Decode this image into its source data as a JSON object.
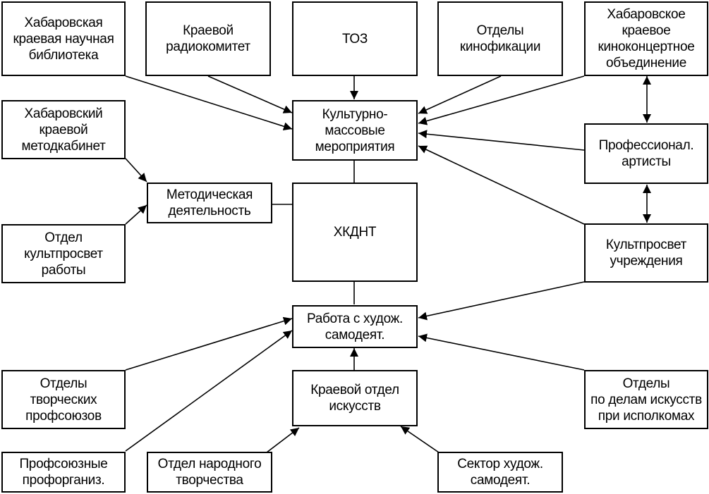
{
  "nodes": {
    "khab_library": "Хабаровская\nкраевая научная\nбиблиотека",
    "radiocommittee": "Краевой\nрадиокомитет",
    "toz": "ТОЗ",
    "cinema_depts": "Отделы\nкинофикации",
    "kinoconcert": "Хабаровское\nкраевое\nкиноконцертное\nобъединение",
    "methodcabinet": "Хабаровский\nкраевой\nметодкабинет",
    "cultural_events": "Культурно-\nмассовые\nмероприятия",
    "prof_artists": "Профессионал.\nартисты",
    "method_activity": "Методическая\nдеятельность",
    "hkdnt": "ХКДНТ",
    "kultprosvet_dept": "Отдел\nкультпросвет\nработы",
    "kultprosvet_inst": "Культпросвет\nучреждения",
    "amateur_work": "Работа с худож.\nсамодеят.",
    "creative_unions": "Отделы\nтворческих\nпрофсоюзов",
    "regional_arts_dept": "Краевой отдел\nискусств",
    "arts_affairs_depts": "Отделы\nпо делам искусств\nпри исполкомах",
    "union_orgs": "Профсоюзные\nпрофорганиз.",
    "folk_art_dept": "Отдел народного\nтворчества",
    "amateur_sector": "Сектор худож.\nсамодеят."
  }
}
